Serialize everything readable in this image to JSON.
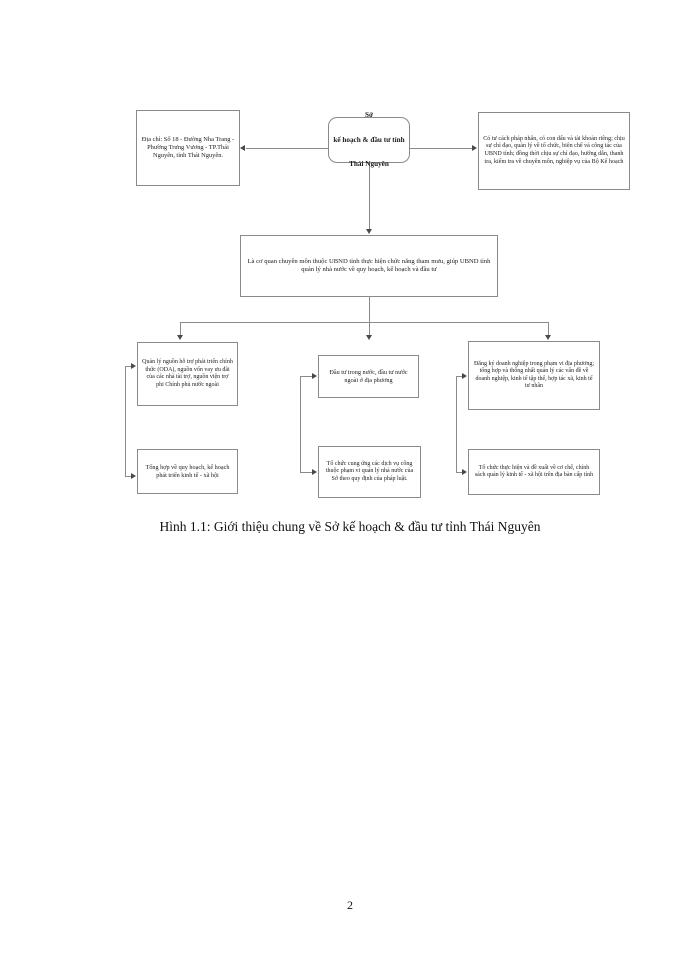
{
  "document": {
    "page_number": "2",
    "caption": "Hình 1.1: Giới thiệu chung về Sở kế hoạch & đầu tư tỉnh Thái Nguyên"
  },
  "diagram": {
    "nodes": {
      "address": "Địa chỉ: Số 18 - Đường Nha Trang - Phường Trưng Vương - TP.Thái Nguyên, tỉnh Thái Nguyên.",
      "root": "Sở\nkế hoạch & đầu tư tỉnh\nThái Nguyên",
      "root_line1": "Sở",
      "root_line2": "kế hoạch & đầu tư tỉnh",
      "root_line3": "Thái Nguyên",
      "legal_status": "Có tư cách pháp nhân, có con dấu và tài khoản riêng; chịu sự chỉ đạo, quản lý về tổ chức, biên chế và công tác của UBND tỉnh; đồng thời chịu sự chỉ đạo, hướng dẫn, thanh tra, kiểm tra về chuyên môn, nghiệp vụ của Bộ Kế hoạch",
      "function": "Là cơ quan chuyên môn thuộc UBND tỉnh thực hiện chức năng tham mưu, giúp UBND tỉnh quản lý nhà nước về quy hoạch, kế hoạch và đầu tư",
      "oda": "Quản lý nguồn hỗ trợ phát triển chính thức (ODA), nguồn vốn vay ưu đãi của các nhà tài trợ, nguồn viện trợ phi Chính phủ nước ngoài",
      "investment": "Đầu tư trong nước, đầu tư nước ngoài ở địa phương",
      "registration": "Đăng ký doanh nghiệp trong phạm vi địa phương; tổng hợp và thống nhất quản lý các vấn đề về doanh nghiệp, kinh tế tập thể, hợp tác xã, kinh tế tư nhân",
      "synthesis": "Tổng hợp về quy hoạch, kế hoạch phát triển kinh tế - xã hội",
      "public_service": "Tổ chức cung ứng các dịch vụ công thuộc phạm vi quản lý nhà nước của Sở theo quy định của pháp luật.",
      "policy": "Tổ chức thực hiện và đề xuất về cơ chế, chính sách quản lý kinh tế - xã hội trên địa bàn cấp tỉnh"
    },
    "colors": {
      "border": "#8a8a8a",
      "connector": "#8a8a8a",
      "arrow": "#4a4a4a",
      "text": "#1a1a1a",
      "background": "#ffffff"
    }
  }
}
